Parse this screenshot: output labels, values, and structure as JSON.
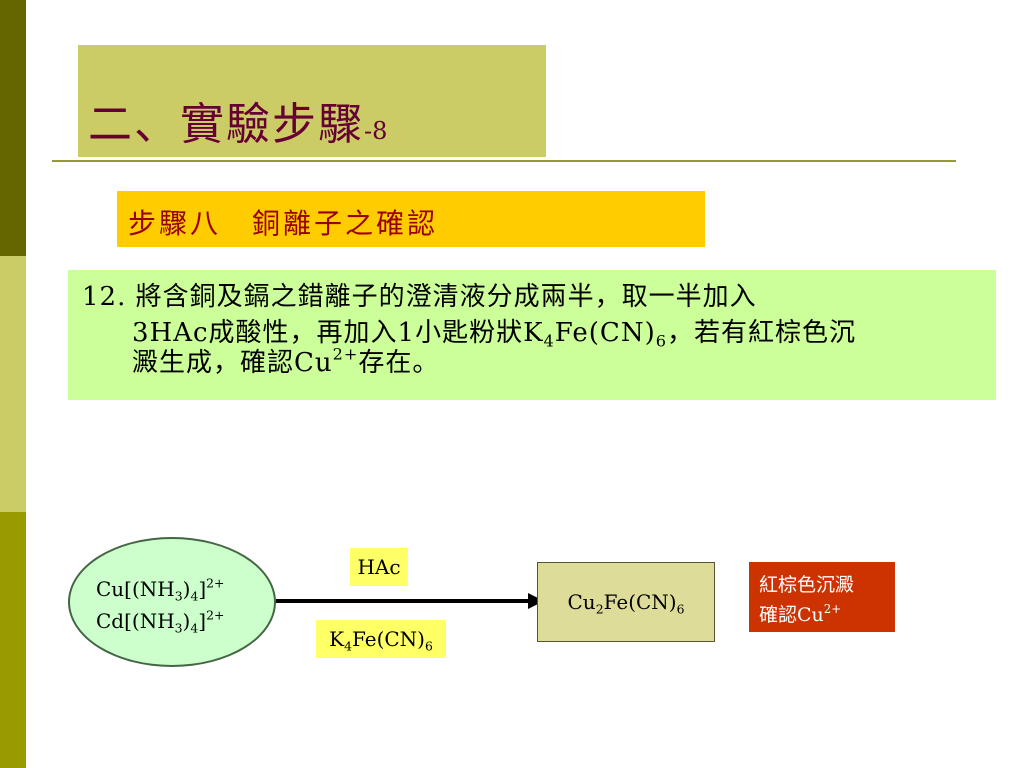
{
  "slide": {
    "title_main": "二、實驗步驟",
    "title_num": "-8",
    "step_heading": "步驟八　銅離子之確認"
  },
  "description": {
    "line1": "12. 將含銅及鎘之錯離子的澄清液分成兩半，取一半加入",
    "line2_a": "3HAc成酸性，再加入1小匙粉狀K",
    "line2_sub1": "4",
    "line2_b": "Fe(CN)",
    "line2_sub2": "6",
    "line2_c": "，若有紅棕色沉",
    "line3_a": "澱生成，確認Cu",
    "line3_sup": "2+",
    "line3_b": "存在。"
  },
  "diagram": {
    "reactant_1": {
      "a": "Cu[(NH",
      "sub1": "3",
      "b": ")",
      "sub2": "4",
      "c": "]",
      "sup": "2+"
    },
    "reactant_2": {
      "a": "Cd[(NH",
      "sub1": "3",
      "b": ")",
      "sub2": "4",
      "c": "]",
      "sup": "2+"
    },
    "reagent_top": "HAc",
    "reagent_bottom": {
      "a": "K",
      "sub1": "4",
      "b": "Fe(CN)",
      "sub2": "6"
    },
    "product": {
      "a": "Cu",
      "sub1": "2",
      "b": "Fe(CN)",
      "sub2": "6"
    },
    "result_line1": "紅棕色沉澱",
    "result_line2": {
      "a": "確認Cu",
      "sup": "2+"
    }
  },
  "colors": {
    "band_dark": "#666600",
    "band_light": "#CCCC66",
    "band_mid": "#999900",
    "title_text": "#660033",
    "step_bg": "#FFCC00",
    "step_text": "#990000",
    "desc_bg": "#CCFF99",
    "ellipse_bg": "#CCFFCC",
    "tag_bg": "#FFFF66",
    "product_bg": "#DDDD99",
    "result_bg": "#CC3300"
  }
}
